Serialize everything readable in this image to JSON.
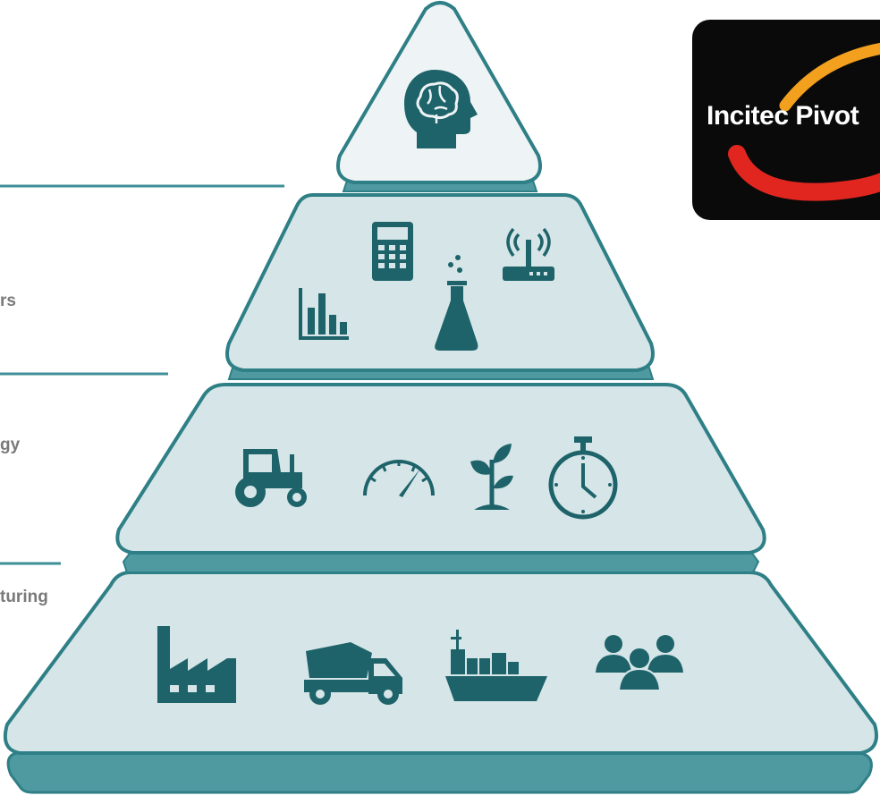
{
  "side_labels": {
    "tier_2": "rs",
    "tier_3": "gy",
    "tier_4": "turing"
  },
  "logo": {
    "text": "Incitec Pivot"
  },
  "colors": {
    "teal_dark": "#2e7f86",
    "teal_icon": "#1d6369",
    "tier_fill": "#d5e5e8",
    "tier_fill_top": "#eef3f5",
    "tier_base": "#4f9aa0",
    "divider": "#3f8f98",
    "label_gray": "#7a7a7a",
    "logo_bg": "#0a0a0a",
    "logo_orange": "#f3a01f",
    "logo_red": "#e0261f"
  },
  "tiers": [
    {
      "level": 1,
      "icons": [
        "brain-head-icon"
      ]
    },
    {
      "level": 2,
      "icons": [
        "bar-chart-icon",
        "calculator-icon",
        "flask-icon",
        "router-icon"
      ]
    },
    {
      "level": 3,
      "icons": [
        "tractor-icon",
        "speedometer-icon",
        "seedling-icon",
        "stopwatch-icon"
      ]
    },
    {
      "level": 4,
      "icons": [
        "factory-icon",
        "dump-truck-icon",
        "cargo-ship-icon",
        "people-group-icon"
      ]
    }
  ]
}
